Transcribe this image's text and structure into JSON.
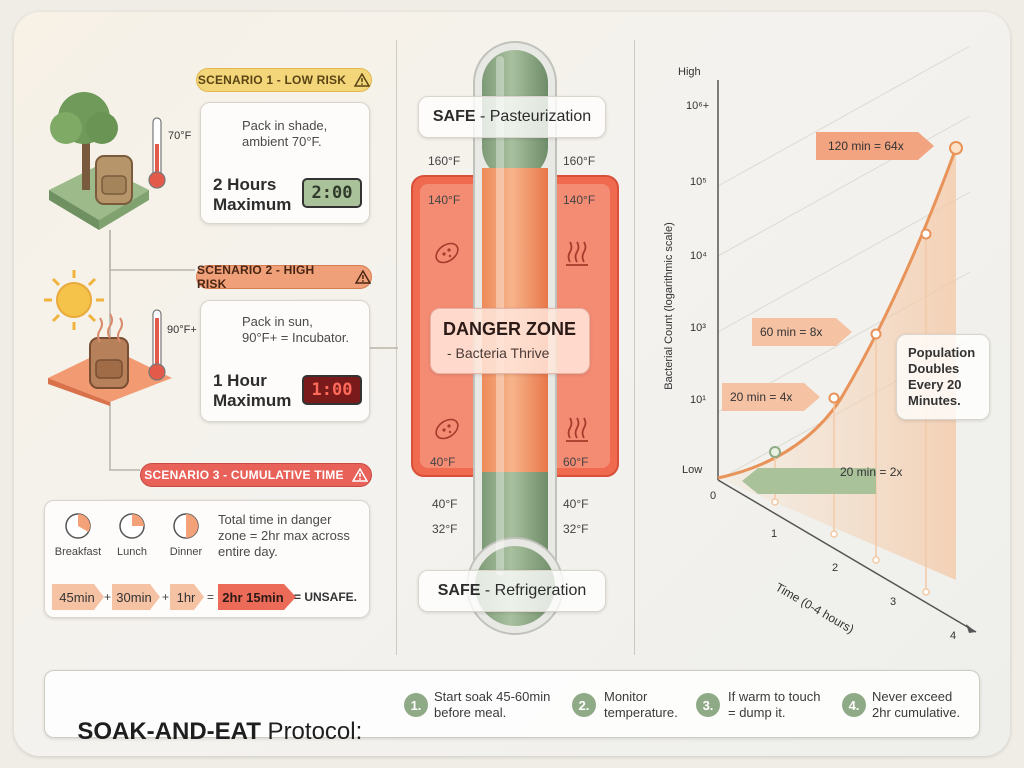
{
  "scenarios": {
    "s1": {
      "badge": "SCENARIO 1 - LOW RISK",
      "thermo_label": "70°F",
      "desc": [
        "Pack in shade,",
        "ambient 70°F."
      ],
      "duration": [
        "2 Hours",
        "Maximum"
      ],
      "timer": "2:00"
    },
    "s2": {
      "badge": "SCENARIO 2 - HIGH RISK",
      "thermo_label": "90°F+",
      "desc": [
        "Pack in sun,",
        "90°F+ = Incubator."
      ],
      "duration": [
        "1 Hour",
        "Maximum"
      ],
      "timer": "1:00"
    },
    "s3": {
      "badge": "SCENARIO 3 - CUMULATIVE TIME",
      "meals": [
        "Breakfast",
        "Lunch",
        "Dinner"
      ],
      "desc": [
        "Total time in danger",
        "zone = 2hr max across",
        "entire day."
      ],
      "sum": {
        "a": "45min",
        "b": "30min",
        "c": "1hr",
        "total": "2hr 15min",
        "plus": "+",
        "eq": "=",
        "result": "= UNSAFE."
      }
    }
  },
  "thermometer": {
    "safe_top": {
      "strong": "SAFE",
      "rest": " - Pasteurization"
    },
    "safe_bottom": {
      "strong": "SAFE",
      "rest": " - Refrigeration"
    },
    "danger": {
      "title": "DANGER ZONE",
      "sub": "- Bacteria Thrive"
    },
    "labels": {
      "l160": "160°F",
      "r160": "160°F",
      "l140": "140°F",
      "r140": "140°F",
      "l40in": "40°F",
      "r60": "60°F",
      "l40": "40°F",
      "r40": "40°F",
      "l32": "32°F",
      "r32": "32°F"
    }
  },
  "chart_data": {
    "type": "line",
    "ylabel": "Bacterial Count (logarithmic scale)",
    "xlabel": "Time (0-4 hours)",
    "y_ticks": [
      "Low",
      "10¹",
      "10³",
      "10⁴",
      "10⁵",
      "10⁶+",
      "High"
    ],
    "x_ticks": [
      "0",
      "1",
      "2",
      "3",
      "4"
    ],
    "annotations": [
      {
        "text": "20 min = 2x",
        "minutes": 20,
        "multiplier": 2
      },
      {
        "text": "20 min = 4x",
        "minutes": 20,
        "multiplier": 4
      },
      {
        "text": "60 min = 8x",
        "minutes": 60,
        "multiplier": 8
      },
      {
        "text": "120 min = 64x",
        "minutes": 120,
        "multiplier": 64
      }
    ],
    "note": [
      "Population",
      "Doubles",
      "Every 20",
      "Minutes."
    ]
  },
  "protocol": {
    "title_strong": "SOAK-AND-EAT",
    "title_rest": " Protocol:",
    "steps": [
      {
        "num": "1.",
        "text": [
          "Start soak 45-60min",
          "before meal."
        ]
      },
      {
        "num": "2.",
        "text": [
          "Monitor",
          "temperature."
        ]
      },
      {
        "num": "3.",
        "text": [
          "If warm to touch",
          "= dump it."
        ]
      },
      {
        "num": "4.",
        "text": [
          "Never exceed",
          "2hr cumulative."
        ]
      }
    ]
  },
  "colors": {
    "low_risk": "#f4d67a",
    "high_risk": "#f0a078",
    "cumulative": "#e8625a",
    "safe_green": "#8faa86",
    "danger_red": "#f06a50",
    "curve": "#e8935a"
  }
}
